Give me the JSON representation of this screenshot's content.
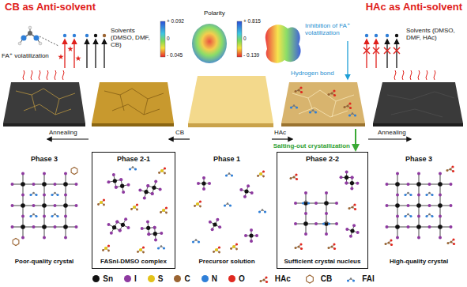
{
  "diagram": {
    "nodes": [
      {
        "text": [
          "Phase 3",
          "Poor-quality crystal"
        ]
      },
      {
        "text": [
          "Phase 2-1",
          "FASnI-DMSO complex"
        ]
      },
      {
        "text": [
          "Phase 1",
          "Precursor solution"
        ]
      },
      {
        "text": [
          "Phase 2-2",
          "Sufficient crystal nucleus"
        ]
      },
      {
        "text": [
          "Phase 3",
          "High-quality crystal"
        ]
      }
    ],
    "labels": [
      "CB as Anti-solvent",
      "HAc as Anti-solvent",
      "FA⁺ volatilization",
      "Solvents (DMSO, DMF, CB)",
      "Polarity",
      "+ 0.092",
      "0",
      "- 0.045",
      "+ 0.815",
      "0",
      "- 0.139",
      "Inhibition of FA⁺ volatilization",
      "Hydrogen bond",
      "Solvents (DMSO, DMF, HAc)",
      "Annealing",
      "CB",
      "HAc",
      "Annealing",
      "Salting-out crystallization"
    ],
    "legend": [
      {
        "text": "Sn",
        "color": "#111111"
      },
      {
        "text": "I",
        "color": "#8e3aa0"
      },
      {
        "text": "S",
        "color": "#e3c21a"
      },
      {
        "text": "C",
        "color": "#9a6432"
      },
      {
        "text": "N",
        "color": "#2f7fd8"
      },
      {
        "text": "O",
        "color": "#e0281f"
      },
      {
        "text": "HAc"
      },
      {
        "text": "CB"
      },
      {
        "text": "FAI"
      }
    ]
  }
}
